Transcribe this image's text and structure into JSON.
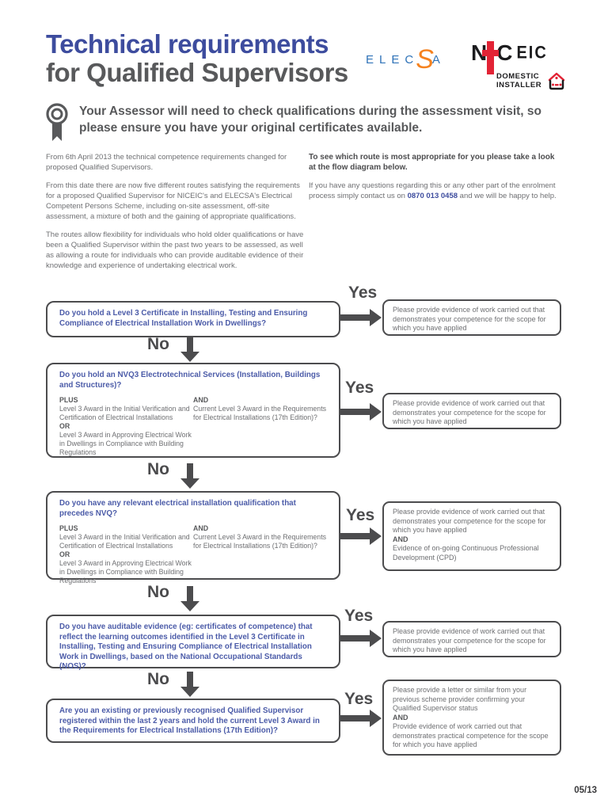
{
  "header": {
    "title_line1": "Technical requirements",
    "title_line2": "for Qualified Supervisors",
    "logos": {
      "elecsa_pre": "ELEC",
      "elecsa_s": "S",
      "elecsa_post": "A",
      "niceic_n": "N",
      "niceic_c": "C",
      "niceic_eic": "EIC",
      "domestic_line1": "DOMESTIC",
      "domestic_line2": "INSTALLER"
    },
    "colors": {
      "title_blue": "#3d4c9e",
      "question_blue": "#4b5ba8",
      "niceic_red": "#e22335",
      "elecsa_blue": "#2f73b8",
      "elecsa_orange": "#f5821f",
      "flow_gray": "#4c4c4e"
    }
  },
  "notice": {
    "text": "Your Assessor will need to check qualifications during the assessment visit, so please ensure you have your original certificates available."
  },
  "intro": {
    "left_paragraphs": [
      "From 6th April 2013 the technical competence requirements changed for proposed Qualified Supervisors.",
      "From this date there are now five different routes satisfying the requirements for a proposed Qualified Supervisor for NICEIC's and ELECSA's Electrical Competent Persons Scheme, including on-site assessment, off-site assessment, a mixture of both and the gaining of appropriate qualifications.",
      "The routes allow flexibility for individuals who hold older qualifications or have been a Qualified Supervisor within the past two years to be assessed, as well as allowing a route for individuals who can provide auditable evidence of their knowledge and experience of undertaking electrical work."
    ],
    "right_lead": "To see which route is most appropriate for you please take a look at the flow diagram below.",
    "right_before_phone": "If you have any questions regarding this or any other part of the enrolment process simply contact us on ",
    "phone": "0870 013 0458",
    "right_after_phone": " and we will be happy to help."
  },
  "flow": {
    "yes_label": "Yes",
    "no_label": "No",
    "steps": [
      {
        "question": "Do you hold a Level 3 Certificate in Installing, Testing and Ensuring Compliance of Electrical Installation Work in Dwellings?",
        "result": {
          "text": "Please provide evidence of work carried out that demonstrates your competence for the scope for which you have applied"
        }
      },
      {
        "question": "Do you hold an NVQ3 Electrotechnical Services (Installation, Buildings and Structures)?",
        "plus_label": "PLUS",
        "plus_text": "Level 3 Award in the Initial Verification and Certification of Electrical Installations",
        "or_label": "OR",
        "or_text": "Level 3 Award in Approving Electrical Work in Dwellings in Compliance with Building Regulations",
        "and_label": "AND",
        "and_text": "Current Level 3 Award in the Requirements for Electrical Installations (17th Edition)?",
        "result": {
          "text": "Please provide evidence of work carried out that demonstrates your competence for the scope for which you have applied"
        }
      },
      {
        "question": "Do you have any relevant electrical installation qualification that precedes NVQ?",
        "plus_label": "PLUS",
        "plus_text": "Level 3 Award in the Initial Verification and Certification of Electrical Installations",
        "or_label": "OR",
        "or_text": "Level 3 Award in Approving Electrical Work in Dwellings in Compliance with Building Regulations",
        "and_label": "AND",
        "and_text": "Current Level 3 Award in the Requirements for Electrical Installations (17th Edition)?",
        "result": {
          "text": "Please provide evidence of work carried out that demonstrates your competence for the scope for which you have applied",
          "and_label": "AND",
          "extra": "Evidence of on-going Continuous Professional Development (CPD)"
        }
      },
      {
        "question": "Do you have auditable evidence (eg: certificates of competence) that reflect the learning outcomes identified in the Level 3 Certificate in Installing, Testing and Ensuring Compliance of Electrical Installation Work in Dwellings, based on the National Occupational Standards (NOS)?",
        "result": {
          "text": "Please provide evidence of work carried out that demonstrates your competence for the scope for which you have applied"
        }
      },
      {
        "question": "Are you an existing or previously recognised Qualified Supervisor registered within the last 2 years and hold the current Level 3 Award in the Requirements for Electrical Installations (17th Edition)?",
        "result": {
          "text": "Please provide a letter or similar from your previous scheme provider confirming your Qualified Supervisor status",
          "and_label": "AND",
          "extra": "Provide evidence of work carried out that demonstrates practical competence for the scope for which you have applied"
        }
      }
    ]
  },
  "footer": {
    "version": "05/13"
  }
}
